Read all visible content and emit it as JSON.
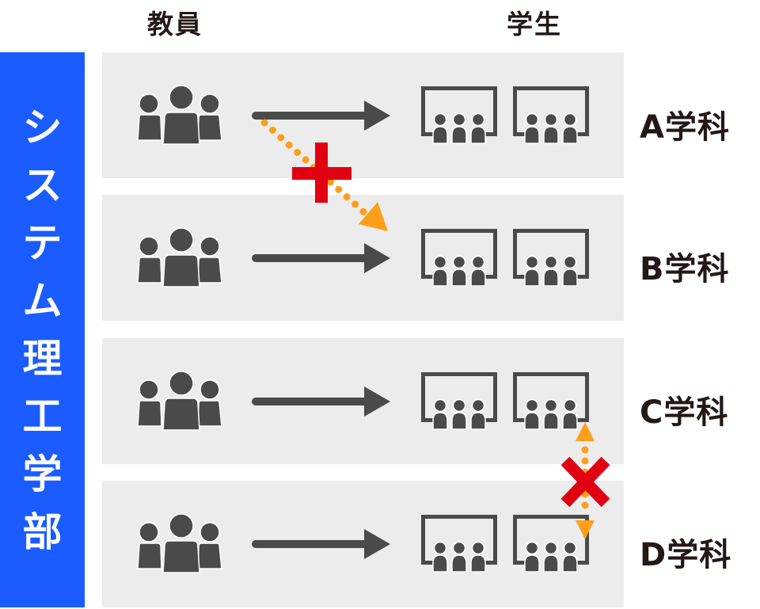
{
  "headers": {
    "faculty_staff": "教員",
    "students": "学生"
  },
  "faculty_name_chars": [
    "シ",
    "ス",
    "テ",
    "ム",
    "理",
    "工",
    "学",
    "部"
  ],
  "departments": [
    {
      "label": "A学科"
    },
    {
      "label": "B学科"
    },
    {
      "label": "C学科"
    },
    {
      "label": "D学科"
    }
  ],
  "icons": {
    "faculty_group": "people-group-icon",
    "classroom": "classroom-icon",
    "teaching_arrow": "arrow-right-icon",
    "cross_teaching_arrow": "dotted-arrow-icon",
    "allowed_mark": "plus-icon",
    "blocked_mark": "cross-icon"
  },
  "colors": {
    "faculty_bar": "#1a5cff",
    "band": "#ececec",
    "icon": "#4a4a4a",
    "dotted_arrow": "#ff9e1b",
    "mark_red": "#e00012",
    "text": "#231815"
  }
}
